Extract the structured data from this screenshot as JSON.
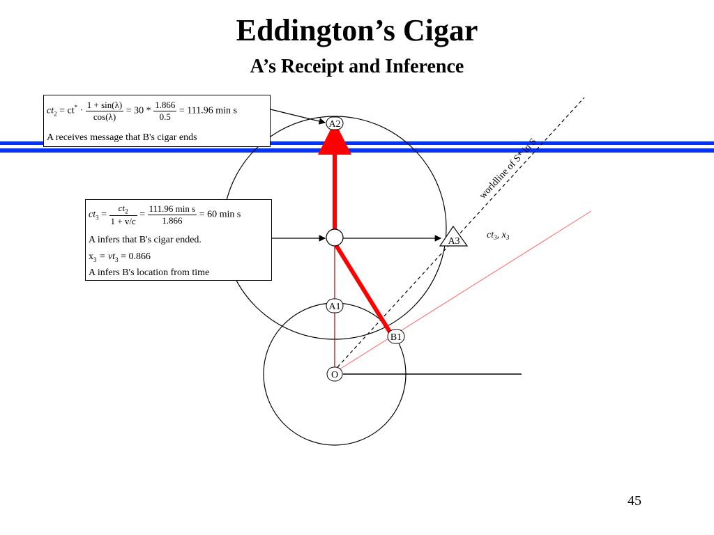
{
  "title": "Eddington’s Cigar",
  "subtitle": "A’s Receipt and Inference",
  "page_number": "45",
  "colors": {
    "band_blue": "#0033ff",
    "world_red": "#ff0000"
  },
  "box1": {
    "eq_lhs": "ct",
    "eq_lhs_sub": "2",
    "eq_eq1": "= ct",
    "eq_star": "*",
    "eq_num": "1 + sin(λ)",
    "eq_den": "cos(λ)",
    "eq_mid": "= 30 *",
    "eq_num2": "1.866",
    "eq_den2": "0.5",
    "eq_result": "= 111.96 min s",
    "caption": "A receives message that B's cigar ends"
  },
  "box2": {
    "eq_lhs": "ct",
    "eq_lhs_sub": "3",
    "eq_num": "ct",
    "eq_num_sub": "2",
    "eq_den": "1 + v/c",
    "eq_num2": "111.96 min s",
    "eq_den2": "1.866",
    "eq_result": "= 60 min s",
    "line1": "A infers that B's cigar ended.",
    "line2_x": "x",
    "line2_sub": "3",
    "line2_rest": "= vt",
    "line2_sub2": "3",
    "line2_val": "= 0.866",
    "line3": "A infers B's location from time"
  },
  "labels": {
    "A2": "A2",
    "A3": "A3",
    "A1": "A1",
    "B1": "B1",
    "O": "O",
    "worldline": "worldline of S* in S",
    "ct3": "ct",
    "ct3_sub": "3",
    "x3": "x",
    "x3_sub": "3"
  }
}
